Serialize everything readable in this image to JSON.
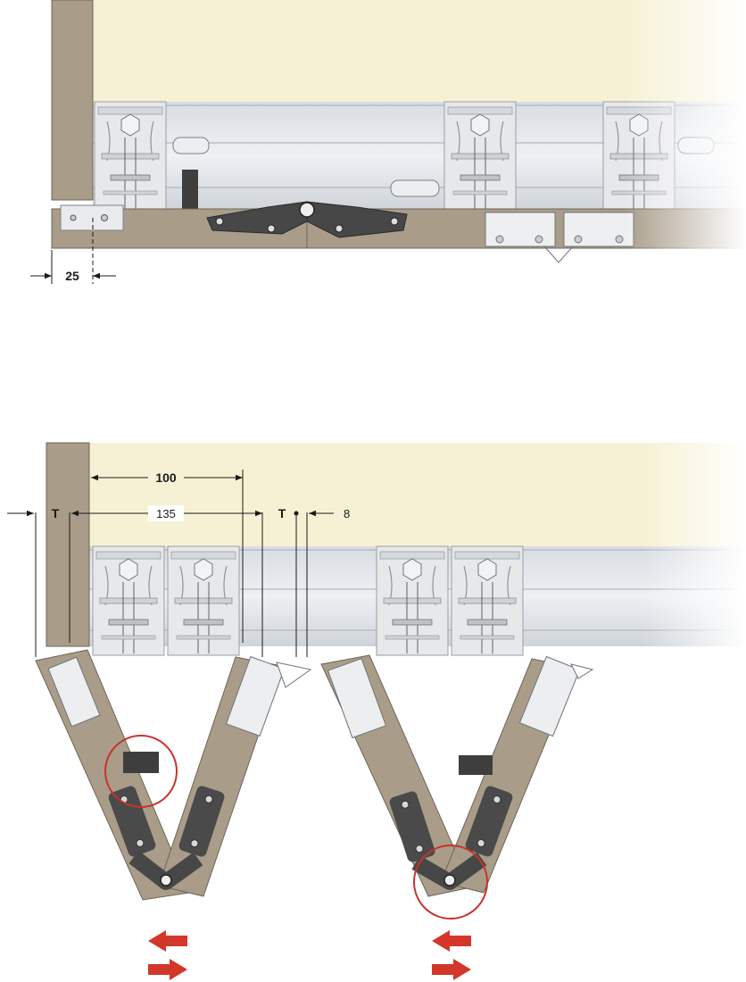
{
  "top_view": {
    "dimension_label": "25"
  },
  "bottom_view": {
    "dimension_100": "100",
    "dimension_135": "135",
    "dimension_8": "8",
    "label_T_left": "T",
    "label_T_right": "T"
  },
  "colors": {
    "cabinet_top": "#f6f1d4",
    "panel": "#a99d89",
    "rail": "#dfe3e8",
    "carriage": "#e6e7e9",
    "hinge": "#4a4a4a",
    "highlight_circle": "#c8332b",
    "arrow": "#d2372a",
    "dimension_line": "#1a1a1a"
  },
  "icons": [
    "arrow-left-icon",
    "arrow-right-icon",
    "highlight-circle-icon"
  ]
}
